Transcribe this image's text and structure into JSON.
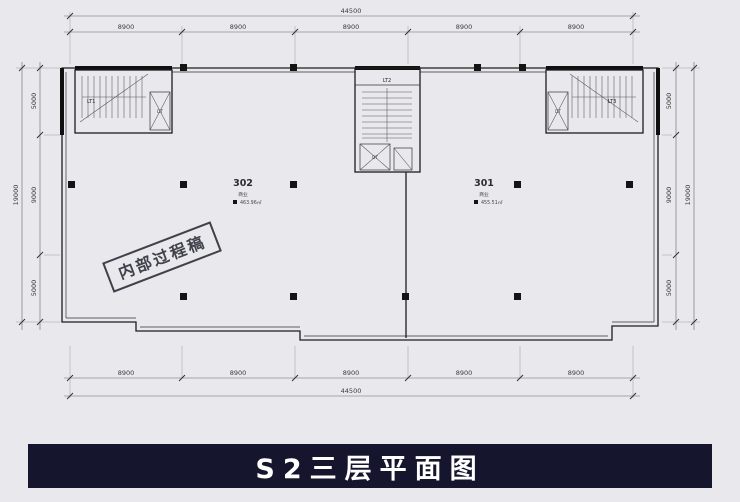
{
  "banner": {
    "title": "S2三层平面图"
  },
  "watermark": {
    "text": "内部过程稿"
  },
  "dims": {
    "h_total": "44500",
    "h_segments": [
      "8900",
      "8900",
      "8900",
      "8900",
      "8900"
    ],
    "v_total": "19000",
    "v_segments": [
      "5000",
      "9000",
      "5000"
    ]
  },
  "rooms": [
    {
      "number": "302",
      "use": "商业",
      "area": "463.96㎡"
    },
    {
      "number": "301",
      "use": "商业",
      "area": "455.51㎡"
    }
  ],
  "stairs": {
    "left": "LT1",
    "center": "LT2",
    "right": "LT3"
  },
  "elevators": {
    "label": "DT"
  },
  "colors": {
    "background": "#e9e9ed",
    "banner_bg": "#15152e",
    "banner_text": "#ffffff",
    "line": "#1d1d1d",
    "watermark": "#41414c"
  }
}
